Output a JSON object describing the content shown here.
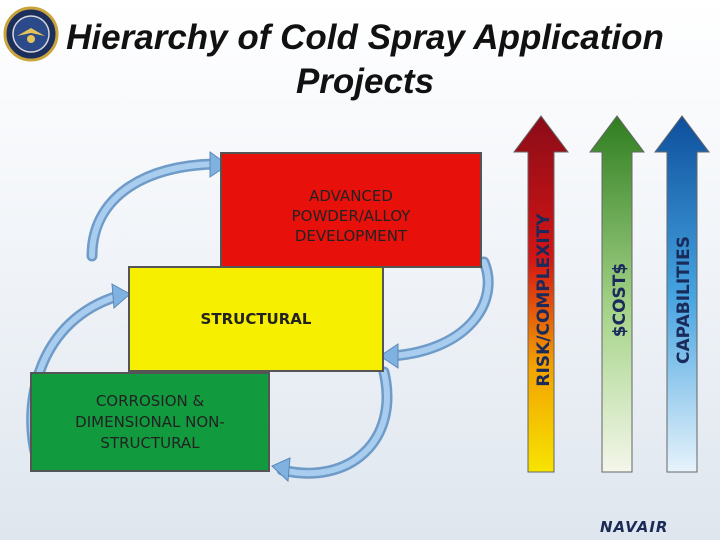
{
  "title": "Hierarchy of Cold Spray Application Projects",
  "boxes": {
    "top": "ADVANCED POWDER/ALLOY DEVELOPMENT",
    "middle": "STRUCTURAL",
    "bottom": "CORROSION & DIMENSIONAL NON-STRUCTURAL"
  },
  "scales": {
    "risk": "RISK/COMPLEXITY",
    "cost": "$COST$",
    "capabilities": "CAPABILITIES"
  },
  "logo": "NAVAIR",
  "colors": {
    "top_box": "#e8100a",
    "middle_box": "#f7ef00",
    "bottom_box": "#119a3e",
    "cycle_arrows": "#7fb2e0"
  }
}
